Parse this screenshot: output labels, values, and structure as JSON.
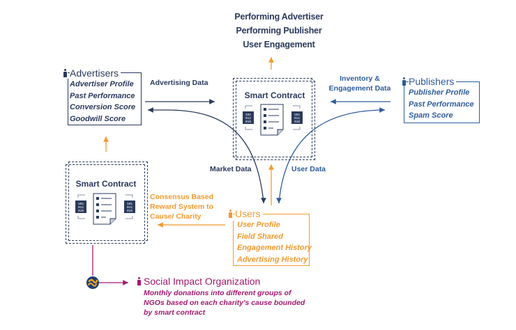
{
  "top_outcomes": [
    "Performing Advertiser",
    "Performing Publisher",
    "User Engagement"
  ],
  "advertisers": {
    "title": "Advertisers",
    "items": [
      "Advertiser Profile",
      "Past Performance",
      "Conversion Score",
      "Goodwill Score"
    ]
  },
  "publishers": {
    "title": "Publishers",
    "items": [
      "Publisher Profile",
      "Past Performance",
      "Spam Score"
    ]
  },
  "users": {
    "title": "Users",
    "items": [
      "User Profile",
      "Field Shared",
      "Engagement History",
      "Advertising History"
    ]
  },
  "smart_contract_main": {
    "title": "Smart Contract",
    "binary": [
      "101",
      "011",
      "010"
    ]
  },
  "smart_contract_reward": {
    "title": "Smart Contract",
    "binary": [
      "101",
      "011",
      "010"
    ]
  },
  "flows": {
    "advertising_data": "Advertising Data",
    "inventory_engagement": [
      "Inventory &",
      "Engagement Data"
    ],
    "market_data": "Market Data",
    "user_data": "User Data",
    "reward_system": [
      "Consensus Based",
      "Reward System to",
      "Cause/ Charity"
    ]
  },
  "social_impact": {
    "title": "Social Impact Organization",
    "description": [
      "Monthly donations into different groups of",
      "NGOs based on each charity's cause bounded",
      "by smart contract"
    ]
  },
  "colors": {
    "navy": "#2a3a5c",
    "blue": "#2f5d9c",
    "orange": "#f49a2e",
    "purple": "#a4196f"
  }
}
